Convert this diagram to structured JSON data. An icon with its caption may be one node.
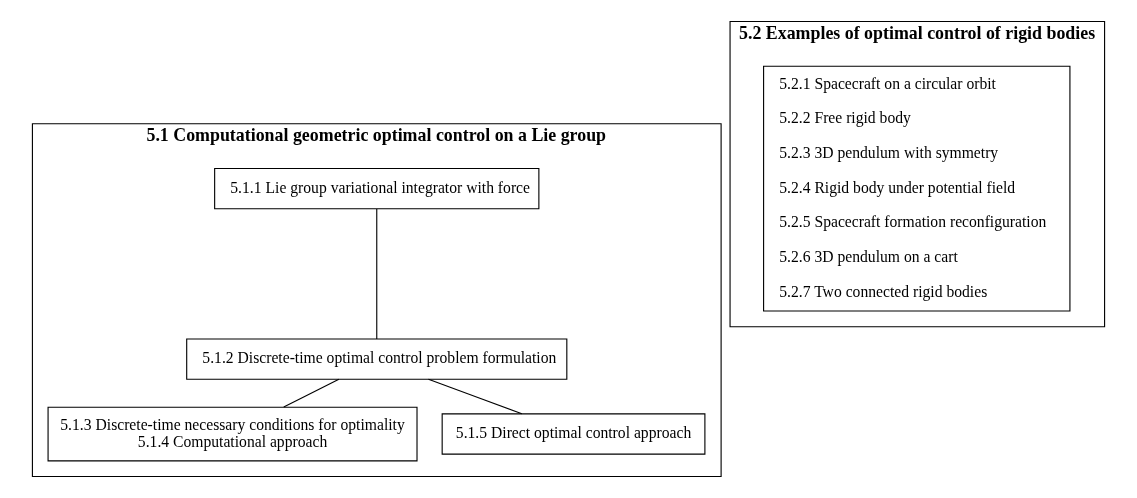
{
  "diagram": {
    "nodes": [
      {
        "text": [
          "5.1 Computational geometric optimal control on a Lie group"
        ]
      },
      {
        "text": [
          "5.1.1 Lie group variational integrator with force"
        ],
        "in": 0
      },
      {
        "text": [
          "5.1.2 Discrete-time optimal control problem formulation"
        ],
        "in": 0
      },
      {
        "text": [
          "5.1.3 Discrete-time necessary conditions for optimality",
          "5.1.4 Computational approach"
        ],
        "in": 0
      },
      {
        "text": [
          "5.1.5 Direct optimal control approach"
        ],
        "in": 0
      },
      {
        "text": [
          "5.2 Examples of optimal control of rigid bodies"
        ]
      },
      {
        "text": [
          "5.2.1 Spacecraft on a circular orbit",
          "5.2.2 Free rigid body",
          "5.2.3 3D pendulum with symmetry",
          "5.2.4 Rigid body under potential field",
          "5.2.5 Spacecraft formation reconfiguration",
          "5.2.6 3D pendulum on a cart",
          "5.2.7 Two connected rigid bodies"
        ],
        "in": 5
      }
    ],
    "edges": [
      {
        "from": 1,
        "to": 2,
        "arrow": "none"
      },
      {
        "from": 2,
        "to": 3,
        "arrow": "none"
      },
      {
        "from": 2,
        "to": 4,
        "arrow": "none"
      }
    ]
  }
}
